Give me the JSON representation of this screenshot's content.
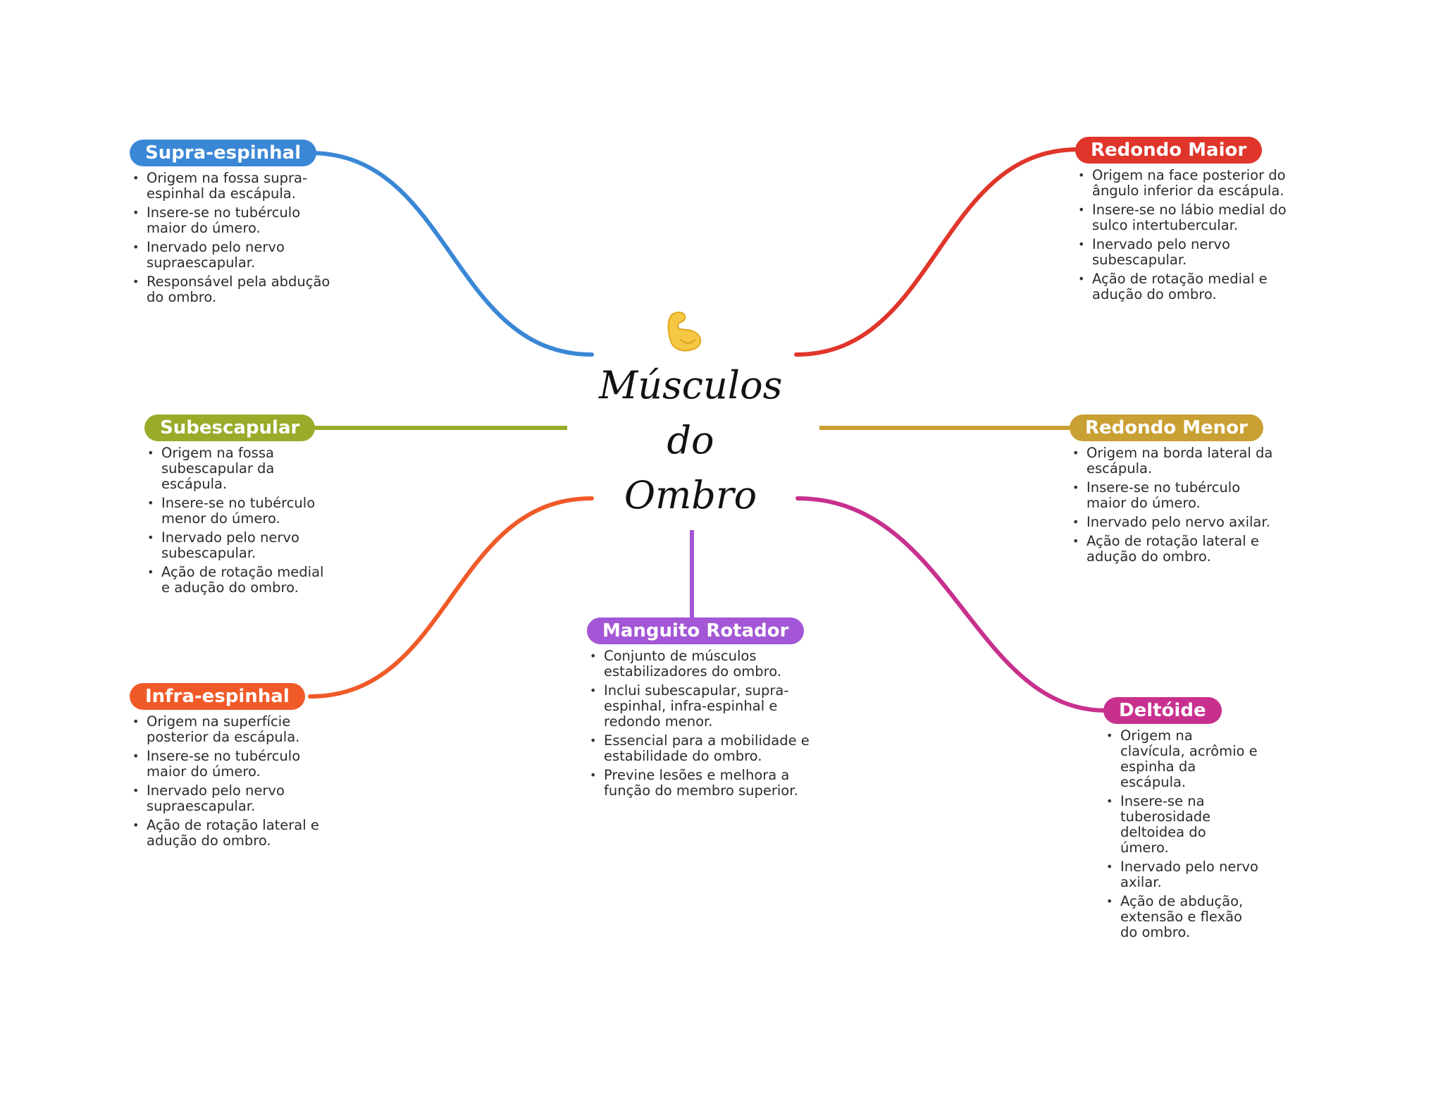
{
  "center": {
    "title": "Músculos\ndo\nOmbro",
    "icon": "flexed-biceps-icon"
  },
  "nodes": {
    "supra": {
      "label": "Supra-espinhal",
      "color": "#3a87d6",
      "items": [
        "Origem na fossa supra-espinhal da escápula.",
        "Insere-se no tubérculo maior do úmero.",
        "Inervado pelo nervo supraescapular.",
        "Responsável pela abdução do ombro."
      ]
    },
    "subescapular": {
      "label": "Subescapular",
      "color": "#9aab2a",
      "items": [
        "Origem na fossa subescapular da escápula.",
        "Insere-se no tubérculo menor do úmero.",
        "Inervado pelo nervo subescapular.",
        "Ação de rotação medial e adução do ombro."
      ]
    },
    "infra": {
      "label": "Infra-espinhal",
      "color": "#f05a28",
      "items": [
        "Origem na superfície posterior da escápula.",
        "Insere-se no tubérculo maior do úmero.",
        "Inervado pelo nervo supraescapular.",
        "Ação de rotação lateral e adução do ombro."
      ]
    },
    "manguito": {
      "label": "Manguito Rotador",
      "color": "#a356d6",
      "items": [
        "Conjunto de músculos estabilizadores do ombro.",
        "Inclui subescapular, supra-espinhal, infra-espinhal e redondo menor.",
        "Essencial para a mobilidade e estabilidade do ombro.",
        "Previne lesões e melhora a função do membro superior."
      ]
    },
    "redondo_maior": {
      "label": "Redondo Maior",
      "color": "#e0352a",
      "items": [
        "Origem na face posterior do ângulo inferior da escápula.",
        "Insere-se no lábio medial do sulco intertubercular.",
        "Inervado pelo nervo subescapular.",
        "Ação de rotação medial e adução do ombro."
      ]
    },
    "redondo_menor": {
      "label": "Redondo Menor",
      "color": "#c9a033",
      "items": [
        "Origem na borda lateral da escápula.",
        "Insere-se no tubérculo maior do úmero.",
        "Inervado pelo nervo axilar.",
        "Ação de rotação lateral e adução do ombro."
      ]
    },
    "deltoide": {
      "label": "Deltóide",
      "color": "#c8308e",
      "items": [
        "Origem na clavícula, acrômio e espinha da escápula.",
        "Insere-se na tuberosidade deltoidea do úmero.",
        "Inervado pelo nervo axilar.",
        "Ação de abdução, extensão e flexão do ombro."
      ]
    }
  }
}
